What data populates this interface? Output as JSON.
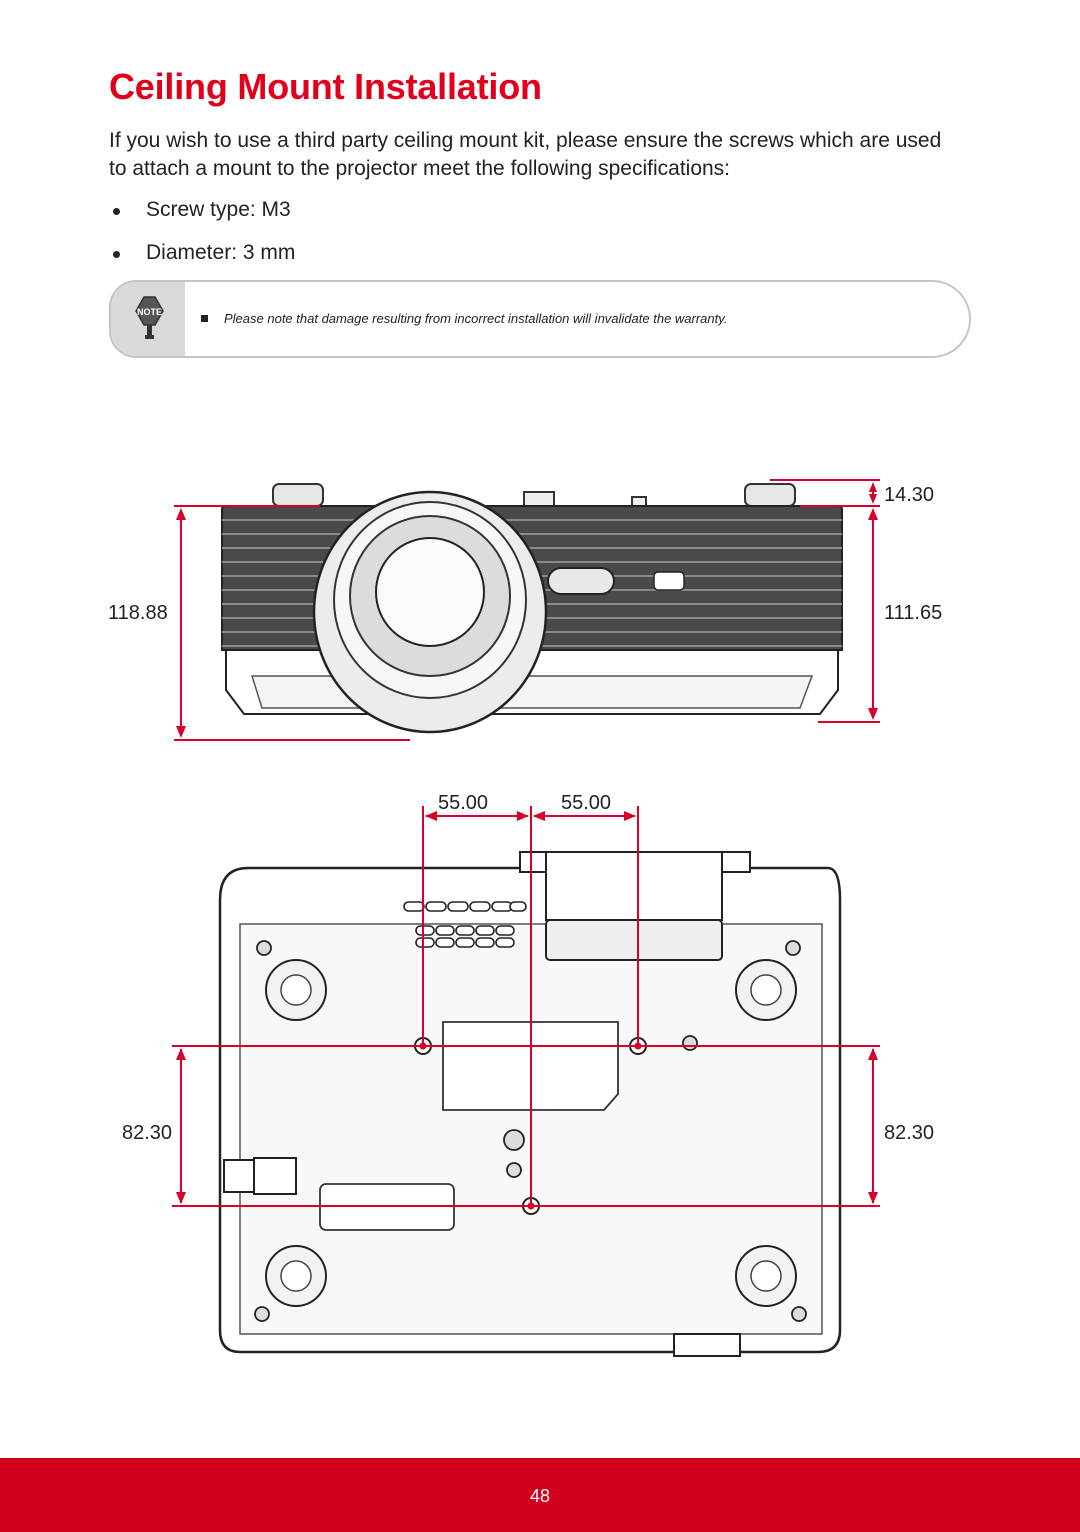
{
  "title": "Ceiling Mount Installation",
  "intro": "If you wish to use a third party ceiling mount kit, please ensure the screws which are used to attach a mount to the projector meet the following specifications:",
  "specs": [
    "Screw type: M3",
    "Diameter: 3 mm"
  ],
  "note": {
    "icon_label": "NOTE",
    "text": "Please note that damage resulting from incorrect installation will invalidate the warranty."
  },
  "front_view": {
    "dimensions": {
      "foot_height": "14.30",
      "total_height": "118.88",
      "body_height": "111.65"
    }
  },
  "bottom_view": {
    "dimensions": {
      "left_spacing": "55.00",
      "right_spacing": "55.00",
      "left_depth": "82.30",
      "right_depth": "82.30"
    }
  },
  "footer": {
    "page_number": "48"
  },
  "colors": {
    "accent": "#e0001b",
    "footer": "#d2001e",
    "dimension_line": "#d9002a"
  }
}
